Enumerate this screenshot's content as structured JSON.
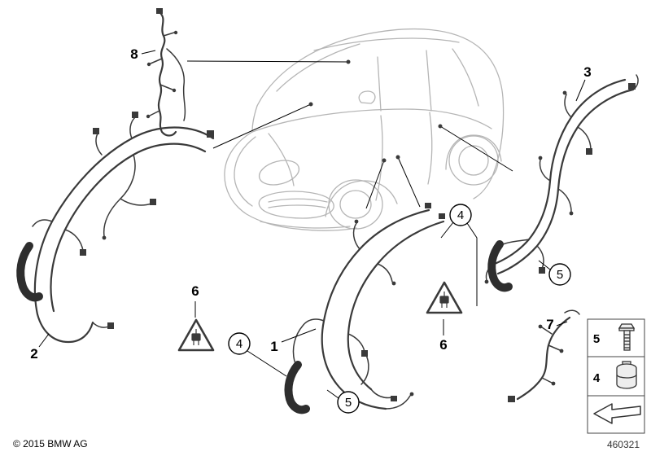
{
  "diagram": {
    "callout_labels": {
      "1": "1",
      "2": "2",
      "3": "3",
      "6": "6",
      "7": "7",
      "8": "8"
    },
    "circled_callouts": {
      "4": "4",
      "5": "5"
    },
    "legend": {
      "items": [
        {
          "label": "5",
          "icon": "bolt-icon"
        },
        {
          "label": "4",
          "icon": "grommet-icon"
        },
        {
          "label": "",
          "icon": "direction-arrow-icon"
        }
      ]
    },
    "symbols": {
      "warning_triangle": "connector-warning-triangle-icon"
    },
    "footer": {
      "copyright": "© 2015 BMW AG",
      "diagram_number": "460321"
    },
    "colors": {
      "background": "#ffffff",
      "harness": "#3a3a3a",
      "car_outline": "#b5b5b5",
      "callout": "#000000"
    }
  }
}
